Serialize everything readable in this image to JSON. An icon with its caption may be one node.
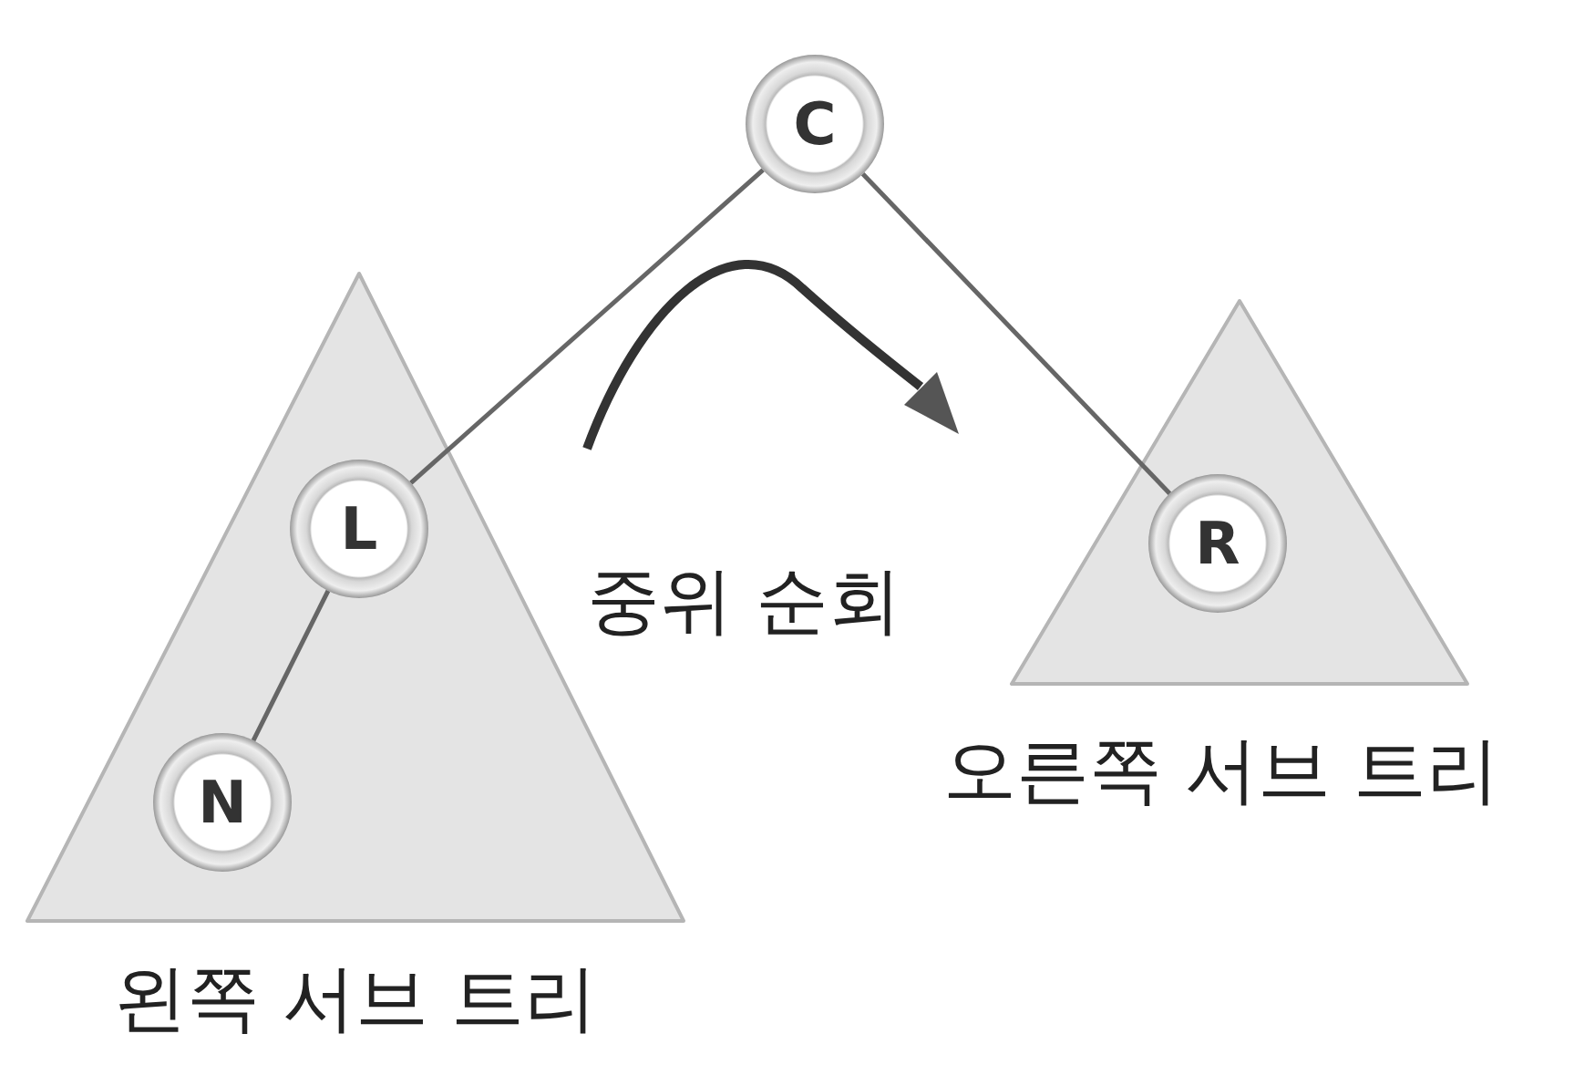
{
  "diagram": {
    "nodes": [
      {
        "text": [
          "C"
        ]
      },
      {
        "text": [
          "왼쪽 서브 트리"
        ]
      },
      {
        "text": [
          "L"
        ],
        "in": 1
      },
      {
        "text": [
          "N"
        ],
        "in": 1
      },
      {
        "text": [
          "오른쪽 서브 트리"
        ]
      },
      {
        "text": [
          "R"
        ],
        "in": 4
      }
    ],
    "edges": [
      {
        "from": 0,
        "to": 2,
        "arrow": "none"
      },
      {
        "from": 0,
        "to": 5,
        "arrow": "none"
      },
      {
        "from": 2,
        "to": 3,
        "arrow": "none"
      }
    ],
    "labels": [
      "중위 순회"
    ]
  }
}
